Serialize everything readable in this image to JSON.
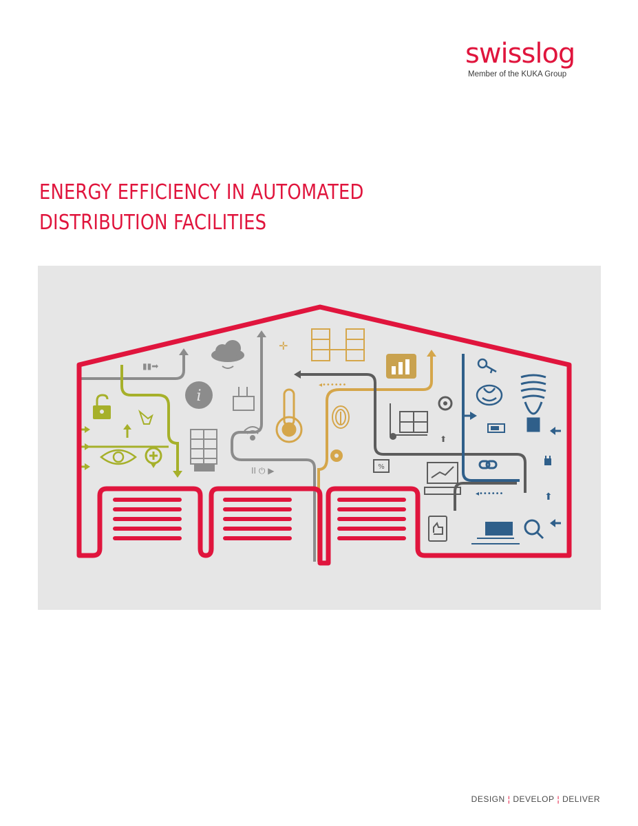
{
  "brand": {
    "logo_text": "swisslog",
    "tagline": "Member of the KUKA Group"
  },
  "title": {
    "line1": "ENERGY EFFICIENCY IN AUTOMATED",
    "line2": "DISTRIBUTION FACILITIES"
  },
  "footer": {
    "word1": "DESIGN",
    "word2": "DEVELOP",
    "word3": "DELIVER",
    "separator": "¦"
  },
  "colors": {
    "brand_red": "#e0153d",
    "panel_gray": "#e6e6e6",
    "line_gray": "#8c8c8c",
    "line_olive": "#a6b02a",
    "line_gold": "#d5a64a",
    "line_dark": "#5c5c5c",
    "line_blue": "#2f5f8a"
  },
  "illustration_icons": [
    "cloud-icon",
    "info-icon",
    "factory-icon",
    "padlock-icon",
    "hand-pointer-icon",
    "eye-icon",
    "location-plus-icon",
    "thermometer-icon",
    "fingerprint-icon",
    "gear-icon",
    "bar-chart-icon",
    "forklift-icon",
    "brain-icon",
    "key-icon",
    "lightbulb-icon",
    "battery-icon",
    "plug-icon",
    "chain-link-icon",
    "monitor-chart-icon",
    "tablet-thumbs-up-icon",
    "search-chart-icon",
    "shuttle-icon",
    "shelving-icon",
    "wifi-icon",
    "play-pause-icon",
    "percent-icon"
  ]
}
